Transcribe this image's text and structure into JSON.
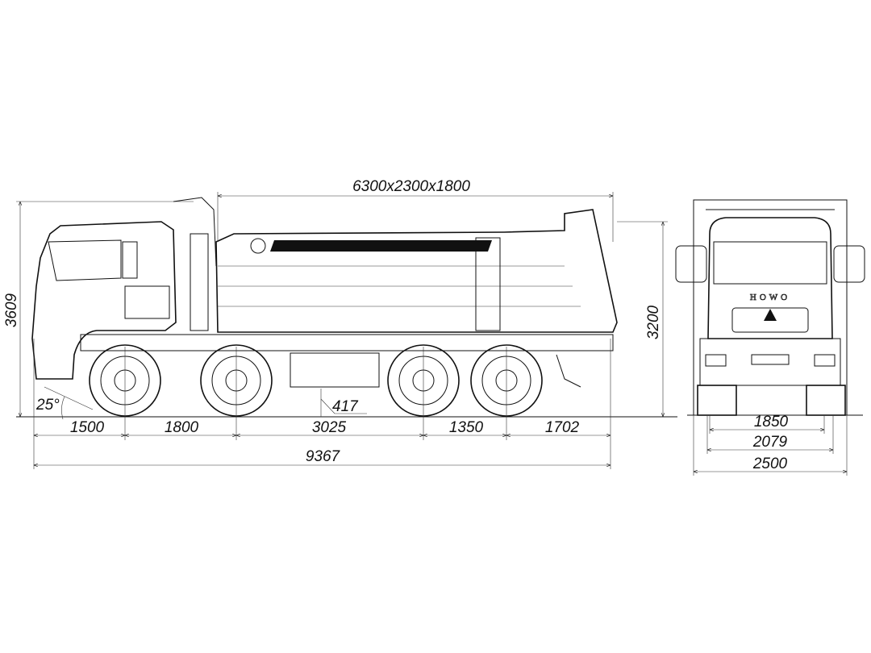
{
  "drawing": {
    "body_dimensions": "6300x2300x1800",
    "overall_height": "3609",
    "body_height": "3200",
    "approach_angle": "25°",
    "ground_clearance": "417",
    "front_overhang": "1500",
    "wheelbase_1_2": "1800",
    "wheelbase_2_3": "3025",
    "wheelbase_3_4": "1350",
    "rear_overhang": "1702",
    "overall_length": "9367",
    "front_track_inner": "1850",
    "front_track": "2079",
    "overall_width": "2500",
    "brand_logo": "HOWO"
  }
}
